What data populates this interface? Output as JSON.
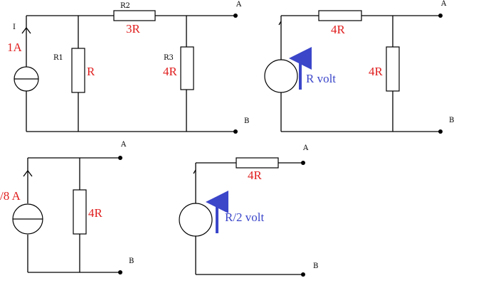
{
  "colors": {
    "value_red": "#e01e1e",
    "value_blue": "#3b46c9",
    "wire": "#000000"
  },
  "circuit1": {
    "current_name": "I",
    "current_value": "1A",
    "r1_name": "R1",
    "r1_value": "R",
    "r2_name": "R2",
    "r2_value": "3R",
    "r3_name": "R3",
    "r3_value": "4R",
    "terminal_a": "A",
    "terminal_b": "B"
  },
  "circuit2": {
    "source_value": "R volt",
    "r_series_value": "4R",
    "r_shunt_value": "4R",
    "terminal_a": "A",
    "terminal_b": "B"
  },
  "circuit3": {
    "current_value": "/8 A",
    "r_value": "4R",
    "terminal_a": "A",
    "terminal_b": "B"
  },
  "circuit4": {
    "source_value": "R/2  volt",
    "r_value": "4R",
    "terminal_a": "A",
    "terminal_b": "B"
  }
}
